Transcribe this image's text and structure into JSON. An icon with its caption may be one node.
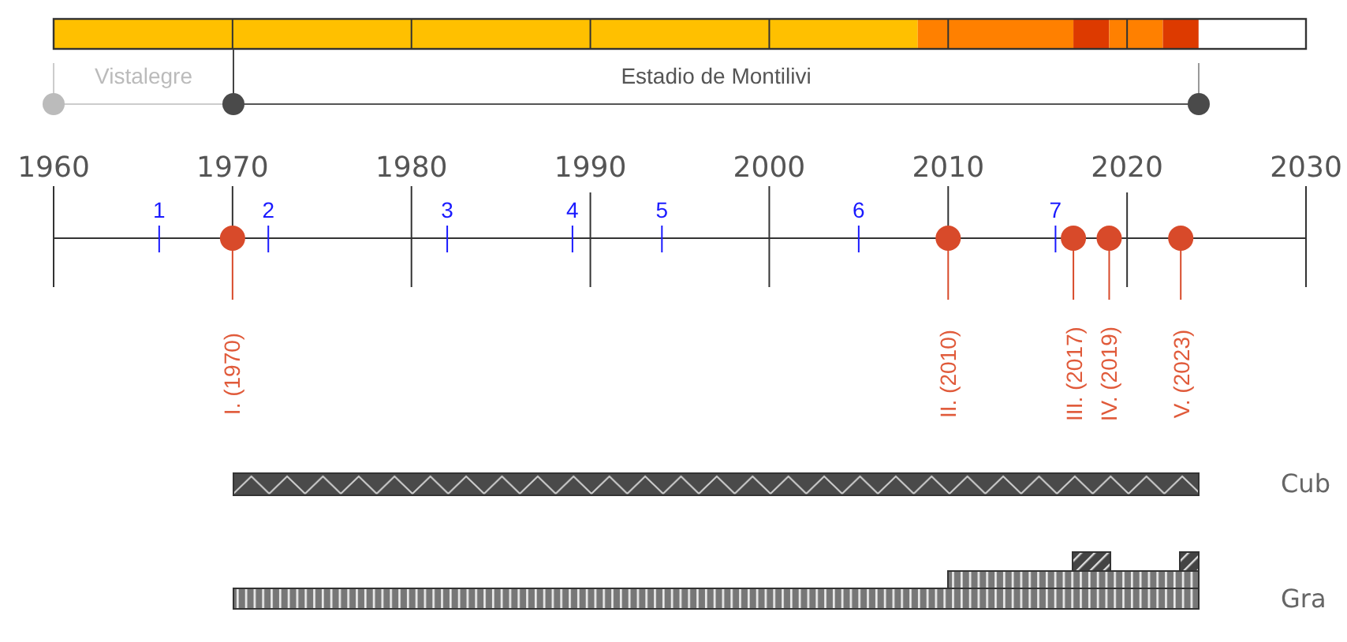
{
  "diagram": {
    "labels": [
      "Vistalegre",
      "Estadio de Montilivi",
      "1960",
      "1970",
      "1980",
      "1990",
      "2000",
      "2010",
      "2020",
      "2030",
      "1",
      "2",
      "3",
      "4",
      "5",
      "6",
      "7",
      "I. (1970)",
      "II. (2010)",
      "III. (2017)",
      "IV. (2019)",
      "V. (2023)",
      "Cub",
      "Gra"
    ]
  }
}
